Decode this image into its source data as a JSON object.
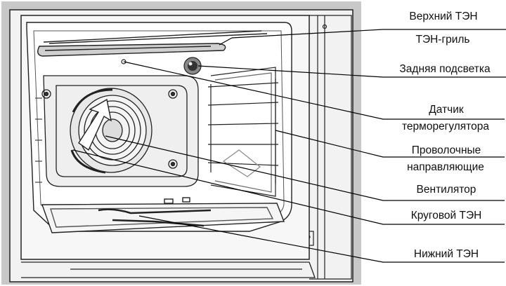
{
  "labels": {
    "upper_heater": "Верхний ТЭН",
    "grill_heater": "ТЭН-гриль",
    "back_light": "Задняя подсветка",
    "thermo_sensor_l1": "Датчик",
    "thermo_sensor_l2": "терморегулятора",
    "wire_guides_l1": "Проволочные",
    "wire_guides_l2": "направляющие",
    "fan": "Вентилятор",
    "circular_heater": "Круговой ТЭН",
    "lower_heater": "Нижний ТЭН"
  }
}
